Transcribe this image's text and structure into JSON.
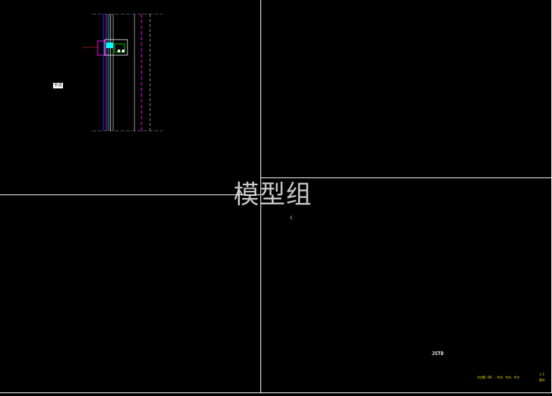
{
  "watermark": {
    "text": "模型组"
  },
  "labels": {
    "left_view_tag": "节点",
    "right_lower_tag": "C"
  },
  "title_block": {
    "code": "JSTD",
    "description": "节点图（四）、节点、节点、节点",
    "sheet_line1": "1:5",
    "sheet_line2": "图号"
  },
  "colors": {
    "background": "#000000",
    "viewport_border": "#ffffff",
    "profile_magenta": "#ff00ff",
    "profile_cyan": "#00ffff",
    "profile_blue": "#3030ff",
    "profile_yellow": "#ffff00",
    "profile_green": "#00ff00",
    "hatch_gray": "#808080",
    "marker_green": "#00ff00"
  }
}
